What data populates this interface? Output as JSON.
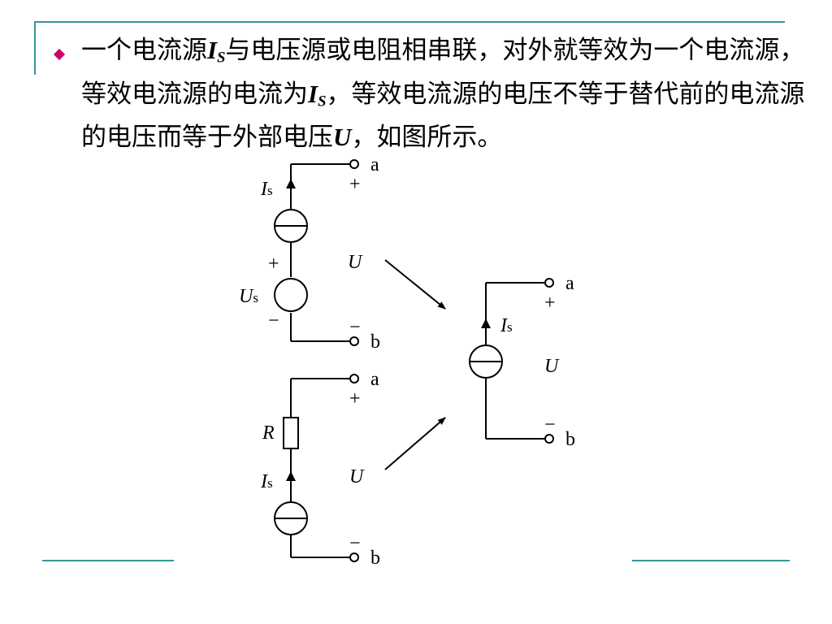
{
  "bullet_text": {
    "seg1": "一个电流源",
    "var1": "I",
    "var1_sub": "S",
    "seg2": "与电压源或电阻相串联，对外就等效为一个电流源，等效电流源的电流为",
    "var2": "I",
    "var2_sub": "S",
    "seg3": "，等效电流源的电压不等于替代前的电流源的电压而等于外部电压",
    "var3": "U",
    "seg4": "，如图所示。"
  },
  "circuit1": {
    "current_label": "I",
    "current_sub": "s",
    "vsource_label": "U",
    "vsource_sub": "s",
    "plus": "+",
    "minus": "−",
    "terminal_a": "a",
    "terminal_b": "b",
    "term_plus": "+",
    "term_minus": "−",
    "voltage": "U"
  },
  "circuit2": {
    "resistor_label": "R",
    "current_label": "I",
    "current_sub": "s",
    "terminal_a": "a",
    "terminal_b": "b",
    "term_plus": "+",
    "term_minus": "−",
    "voltage": "U"
  },
  "circuit3": {
    "current_label": "I",
    "current_sub": "s",
    "terminal_a": "a",
    "terminal_b": "b",
    "term_plus": "+",
    "term_minus": "−",
    "voltage": "U"
  },
  "colors": {
    "accent": "#339999",
    "bullet": "#cc0066"
  }
}
